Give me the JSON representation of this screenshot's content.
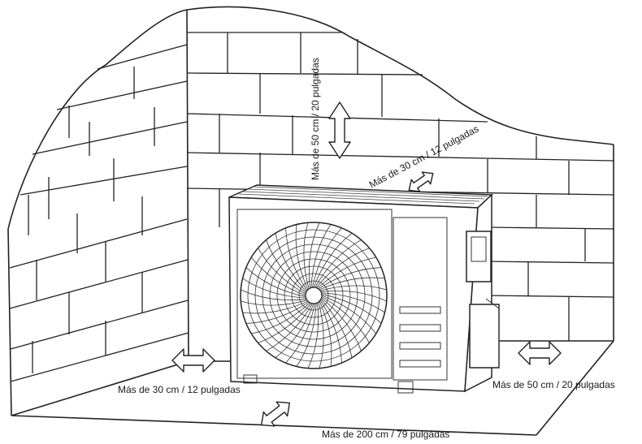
{
  "clearances": {
    "top": "Más de 50 cm / 20 pulgadas",
    "back": "Más de 30 cm / 12 pulgadas",
    "left": "Más de 30 cm / 12 pulgadas",
    "right": "Más de 50 cm / 20 pulgadas",
    "front": "Más de 200 cm / 79 pulgadas"
  },
  "icons": {
    "arrow": "double-headed-arrow",
    "fan": "fan-grille",
    "unit": "outdoor-ac-unit"
  },
  "colors": {
    "line": "#222222",
    "background": "#ffffff"
  }
}
